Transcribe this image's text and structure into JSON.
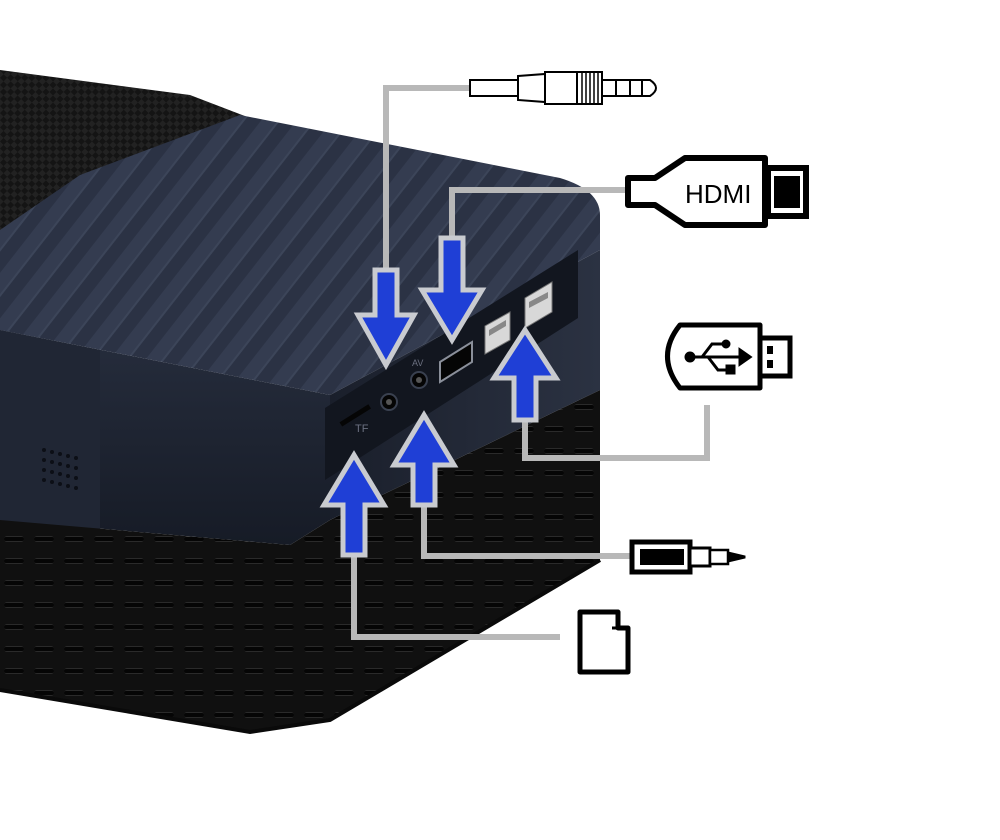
{
  "labels": {
    "hdmi": "HDMI",
    "tf_slot": "TF",
    "av_port": "AV"
  },
  "colors": {
    "background": "#ffffff",
    "body_dark": "#1c2230",
    "body_mid": "#2c3446",
    "arrow_fill": "#1f3fd6",
    "arrow_outline": "#c9cbd0",
    "connector_line": "#b8b8b8",
    "icon_stroke": "#000000"
  },
  "icons": [
    "audio-jack-icon",
    "hdmi-plug-icon",
    "usb-drive-icon",
    "av-plug-icon",
    "tf-card-icon"
  ]
}
